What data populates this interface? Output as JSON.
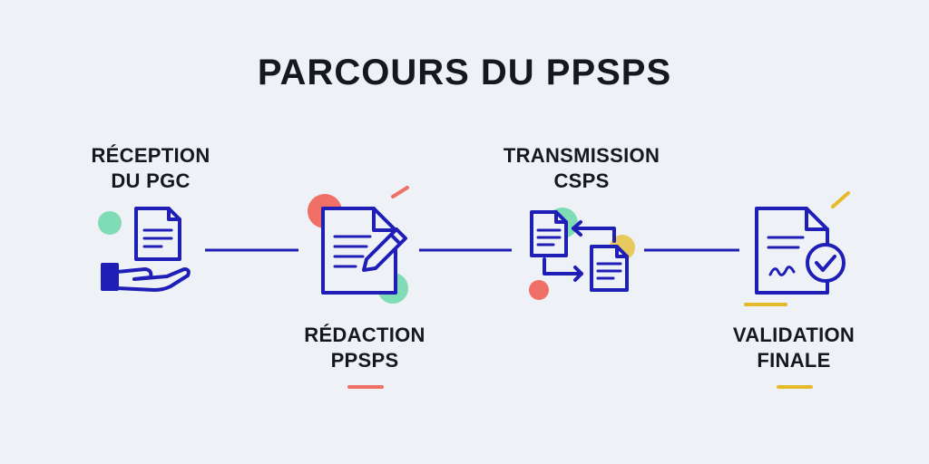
{
  "title": "PARCOURS DU PPSPS",
  "steps": [
    {
      "line1": "RÉCEPTION",
      "line2": "DU PGC",
      "icon": "hand-document-icon"
    },
    {
      "line1": "RÉDACTION",
      "line2": "PPSPS",
      "icon": "document-pen-icon"
    },
    {
      "line1": "TRANSMISSION",
      "line2": "CSPS",
      "icon": "document-exchange-icon"
    },
    {
      "line1": "VALIDATION",
      "line2": "FINALE",
      "icon": "document-check-icon"
    }
  ],
  "colors": {
    "primary": "#1f1fb8",
    "coral": "#f07067",
    "mint": "#7fdcb4",
    "gold": "#e6bb2a",
    "background": "#eef1f5",
    "text": "#16181d"
  }
}
